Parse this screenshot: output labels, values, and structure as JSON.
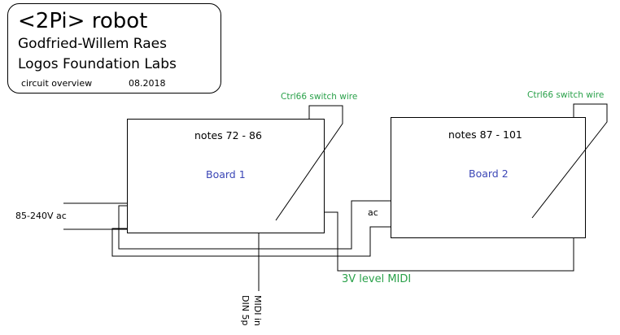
{
  "header": {
    "title": "<2Pi> robot",
    "author": "Godfried-Willem Raes",
    "organization": "Logos Foundation Labs",
    "subtitle": "circuit overview",
    "date": "08.2018"
  },
  "boards": [
    {
      "notes": "notes 72 - 86",
      "name": "Board 1",
      "switch_label": "Ctrl66 switch wire"
    },
    {
      "notes": "notes 87 - 101",
      "name": "Board 2",
      "switch_label": "Ctrl66 switch wire"
    }
  ],
  "labels": {
    "power_in": "85-240V ac",
    "ac": "ac",
    "midi_level": "3V level MIDI",
    "midi_in_line1": "MIDI in",
    "midi_in_line2": "DIN 5p"
  },
  "colors": {
    "board_text": "#3b46b6",
    "green_text": "#2aa14a",
    "line": "#000000"
  }
}
